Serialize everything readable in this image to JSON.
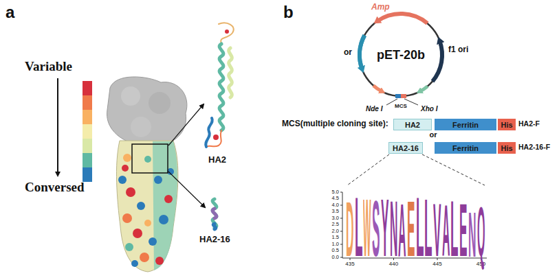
{
  "diagram": {
    "nodes": [
      {
        "text": [
          "HA2"
        ]
      },
      {
        "text": [
          "Ferritin"
        ]
      },
      {
        "text": [
          "His"
        ]
      },
      {
        "text": [
          "HA2-16"
        ]
      },
      {
        "text": [
          "Ferritin"
        ]
      },
      {
        "text": [
          "His"
        ]
      }
    ],
    "labels": [
      "a",
      "Variable",
      "Conversed",
      "HA2",
      "HA2-16",
      "b",
      "pET-20b",
      "Amp",
      "or",
      "f1 ori",
      "Nde I",
      "MCS",
      "Xho I",
      "MCS(multiple cloning site):",
      "HA2-F",
      "or",
      "HA2-16-F",
      "5.0",
      "4.5",
      "4.0",
      "3.5",
      "3.0",
      "2.5",
      "2.0",
      "1.5",
      "1.0",
      "0.5",
      "0.0",
      "435",
      "440",
      "445",
      "450",
      "D",
      "L",
      "W",
      "S",
      "Y",
      "N",
      "A",
      "E",
      "L",
      "L",
      "V",
      "A",
      "L",
      "E",
      "N",
      "Q"
    ]
  }
}
